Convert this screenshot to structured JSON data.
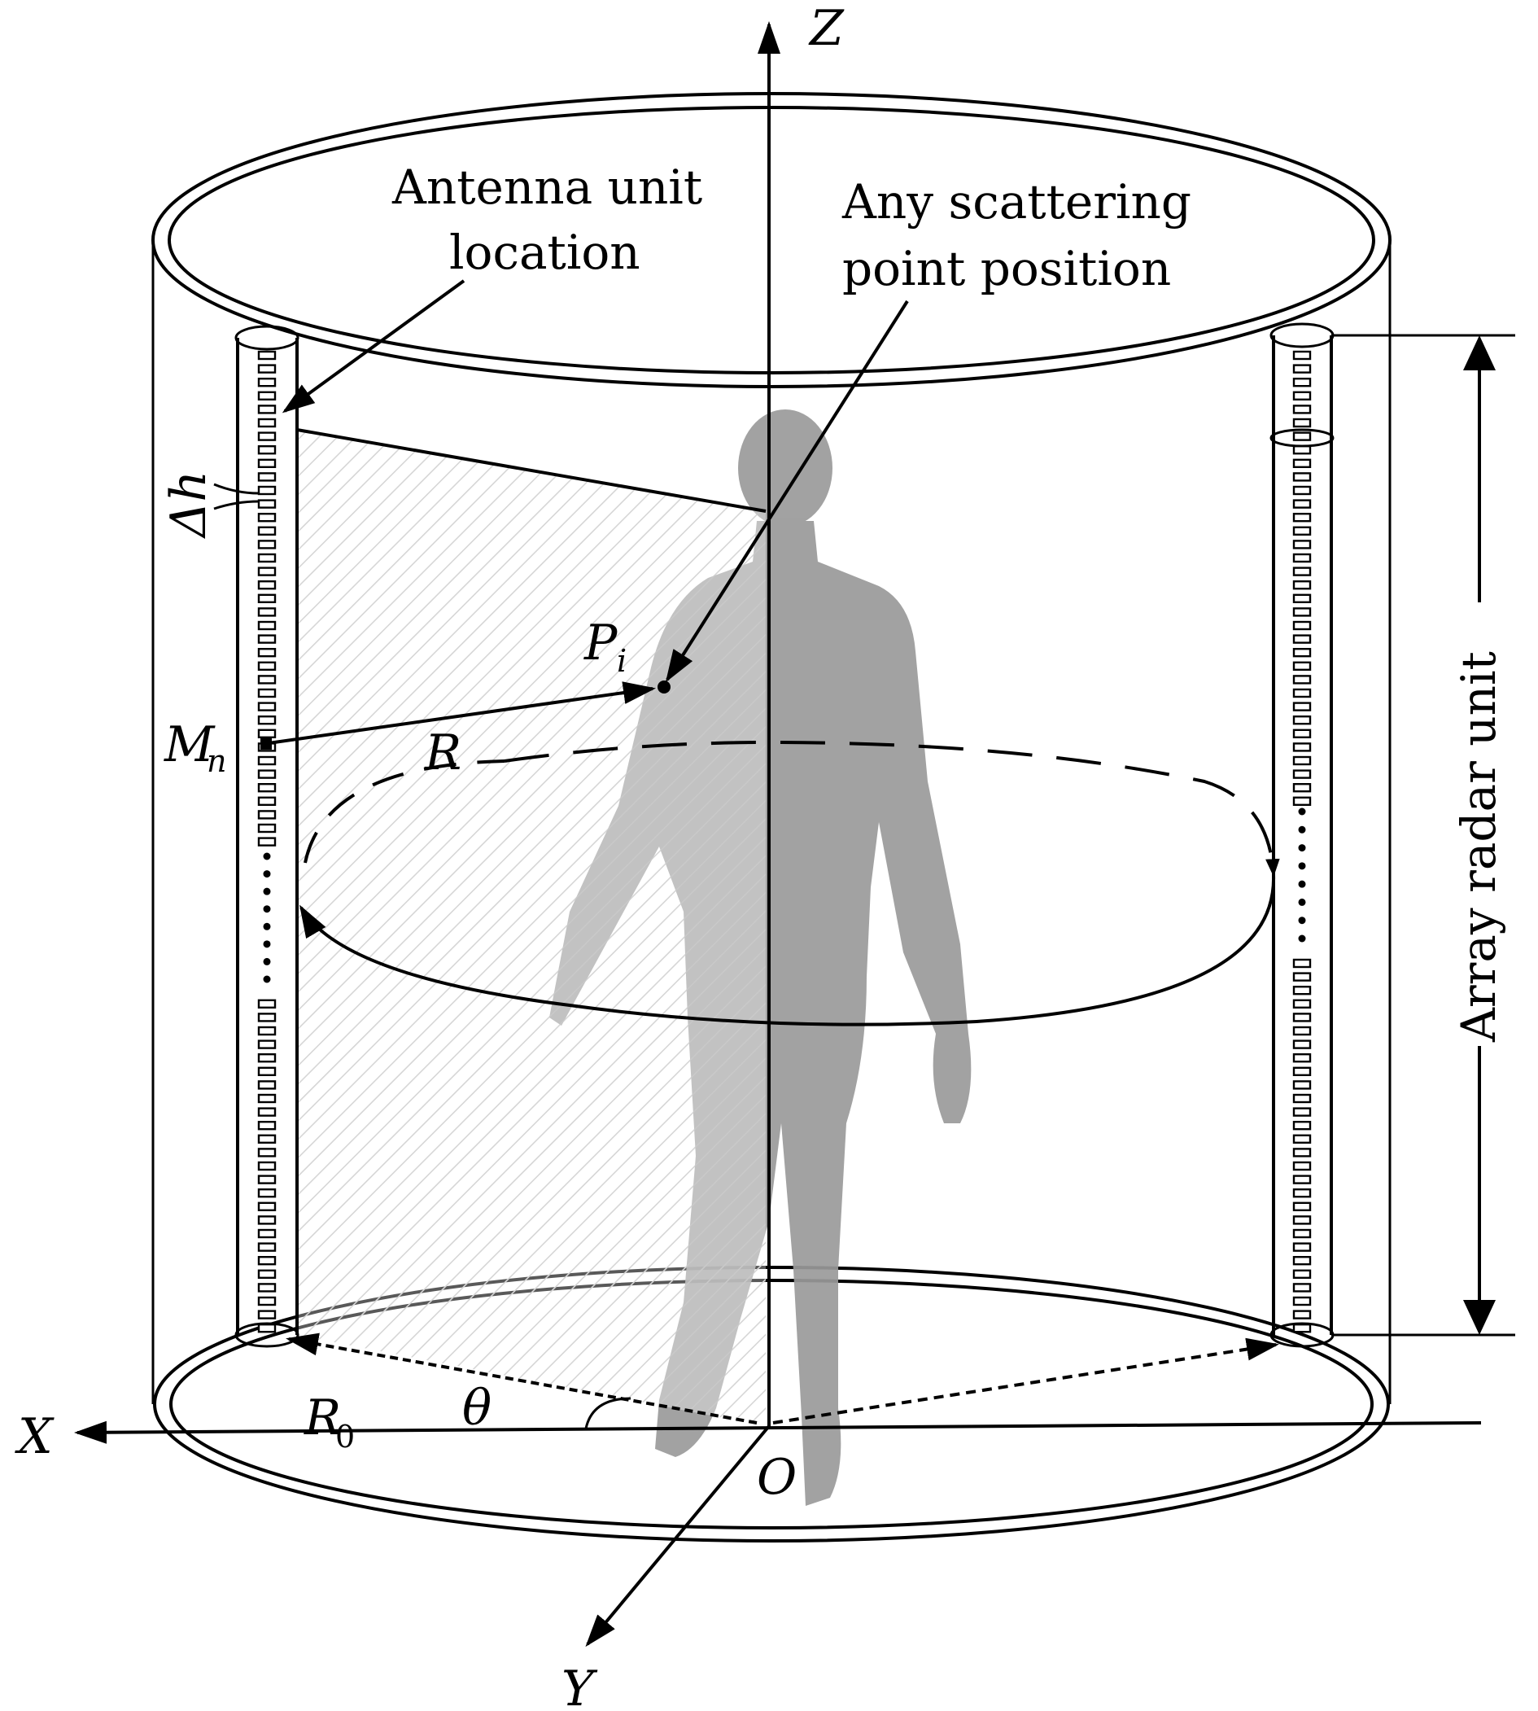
{
  "axes": {
    "z_label": "Z",
    "x_label": "X",
    "y_label": "Y",
    "origin_label": "O"
  },
  "annotations": {
    "antenna_line1": "Antenna unit",
    "antenna_line2": "location",
    "scatter_line1": "Any scattering",
    "scatter_line2": "point position",
    "array_radar_unit": "Array radar  unit"
  },
  "symbols": {
    "delta_h": "Δh",
    "p_main": "P",
    "p_sub": "i",
    "m_main": "M",
    "m_sub": "n",
    "r": "R",
    "r0_main": "R",
    "r0_sub": "0",
    "theta": "θ"
  },
  "colors": {
    "ink": "#000000",
    "figure_gray": "#9a9a9a",
    "hatch": "#c8c8c8",
    "dashed_gray": "#b0b0b0"
  },
  "antenna_array": {
    "element_rows": 74,
    "visible_dots": 8
  }
}
